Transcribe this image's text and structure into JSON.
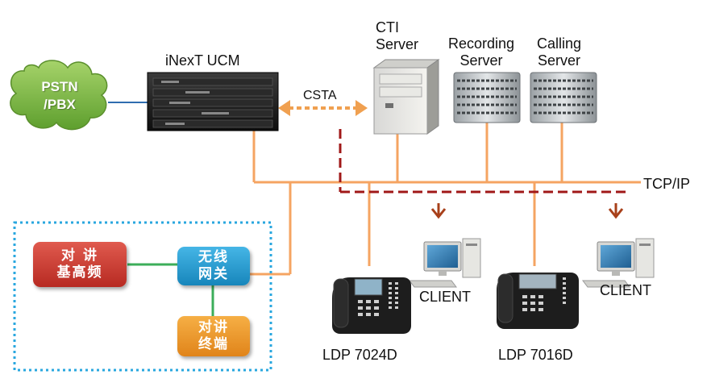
{
  "labels": {
    "ucm": "iNexT UCM",
    "cti": [
      "CTI",
      "Server"
    ],
    "recording": [
      "Recording",
      "Server"
    ],
    "calling": [
      "Calling",
      "Server"
    ],
    "csta": "CSTA",
    "tcpip": "TCP/IP",
    "client1": "CLIENT",
    "client2": "CLIENT",
    "phone1": "LDP 7024D",
    "phone2": "LDP 7016D"
  },
  "cloud": {
    "line1": "PSTN",
    "line2": "/PBX"
  },
  "radio": {
    "base_station": "对 讲\n基高频",
    "wireless_gateway": "无线\n网关",
    "terminal": "对讲\n终端"
  },
  "colors": {
    "network_line": "#F5A462",
    "csta_arrow": "#F0A050",
    "dashed_line": "#A01818",
    "dotted_frame": "#29A7DF",
    "cloud": "#7DBB45",
    "base_station_box": "#C8332B",
    "gateway_box": "#1E9BD2",
    "terminal_box": "#EE9222",
    "green_link": "#3CAE5A"
  }
}
